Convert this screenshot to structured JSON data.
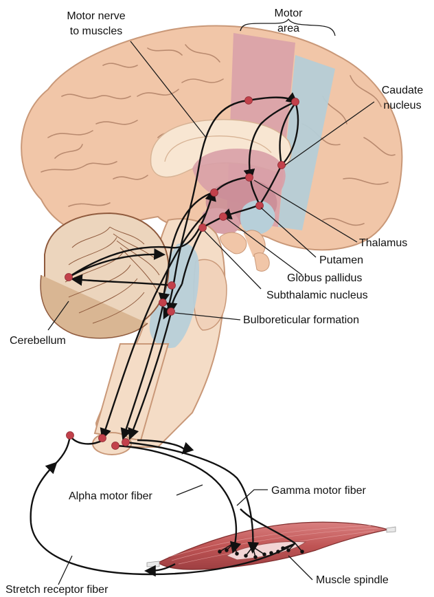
{
  "labels": {
    "motor_nerve_1": "Motor nerve",
    "motor_nerve_2": "to muscles",
    "motor_area_1": "Motor",
    "motor_area_2": "area",
    "caudate_1": "Caudate",
    "caudate_2": "nucleus",
    "thalamus": "Thalamus",
    "putamen": "Putamen",
    "globus_pallidus": "Globus pallidus",
    "subthalamic": "Subthalamic nucleus",
    "bulboreticular": "Bulboreticular formation",
    "cerebellum": "Cerebellum",
    "gamma_motor": "Gamma motor fiber",
    "alpha_motor": "Alpha motor fiber",
    "muscle_spindle": "Muscle spindle",
    "stretch_receptor": "Stretch receptor fiber"
  },
  "colors": {
    "brain": "#f1c6a8",
    "brain_outline": "#c99878",
    "motor_area_red": "#d9a1a9",
    "motor_area_blue": "#b5cdd6",
    "brainstem": "#f4dcc6",
    "cerebellum": "#ecd5bd",
    "nucleus_red": "#d8a0a7",
    "nucleus_blue": "#b7cfd9",
    "muscle": "#c55b5b",
    "node": "#c2414b"
  }
}
